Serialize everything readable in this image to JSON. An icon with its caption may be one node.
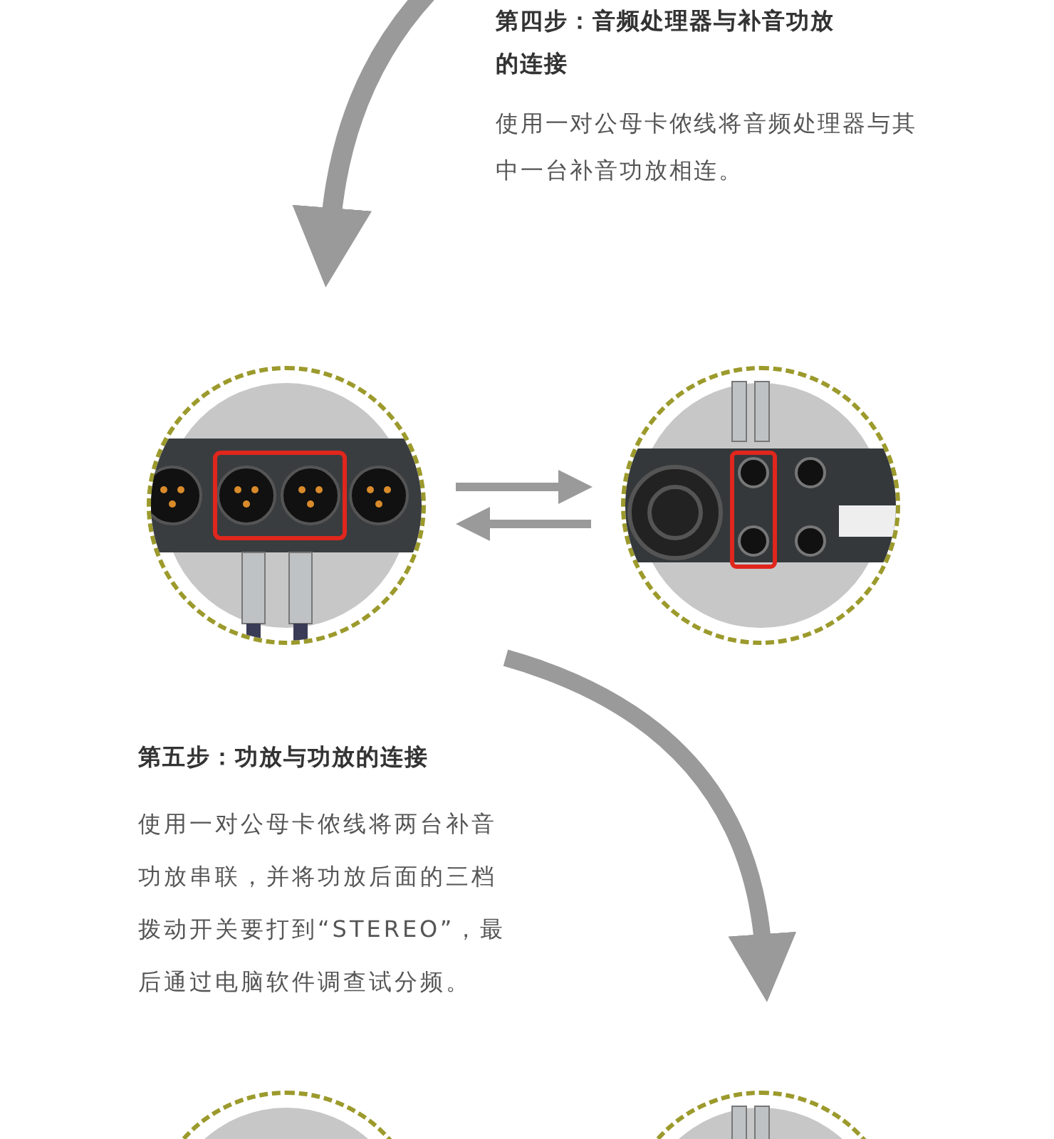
{
  "diagram": {
    "nodes": [
      {
        "text": [],
        "shape": "picture"
      },
      {
        "text": [],
        "shape": "picture"
      },
      {
        "text": [],
        "shape": "picture"
      },
      {
        "text": [],
        "shape": "picture"
      }
    ],
    "edges": [
      {
        "from": null,
        "to": 0,
        "arrow": "to",
        "style": "thick"
      },
      {
        "from": 0,
        "to": 1,
        "arrow": "to"
      },
      {
        "from": 1,
        "to": 0,
        "arrow": "to"
      },
      {
        "from": null,
        "to": 3,
        "arrow": "to",
        "style": "thick"
      }
    ],
    "labels": [
      "第四步：音频处理器与补音功放的连接",
      "使用一对公母卡侬线将音频处理器与其中一台补音功放相连。",
      "第五步：功放与功放的连接",
      "使用一对公母卡侬线将两台补音功放串联，并将功放后面的三档拨动开关要打到“STEREO”，最后通过电脑软件调查试分频。"
    ]
  }
}
